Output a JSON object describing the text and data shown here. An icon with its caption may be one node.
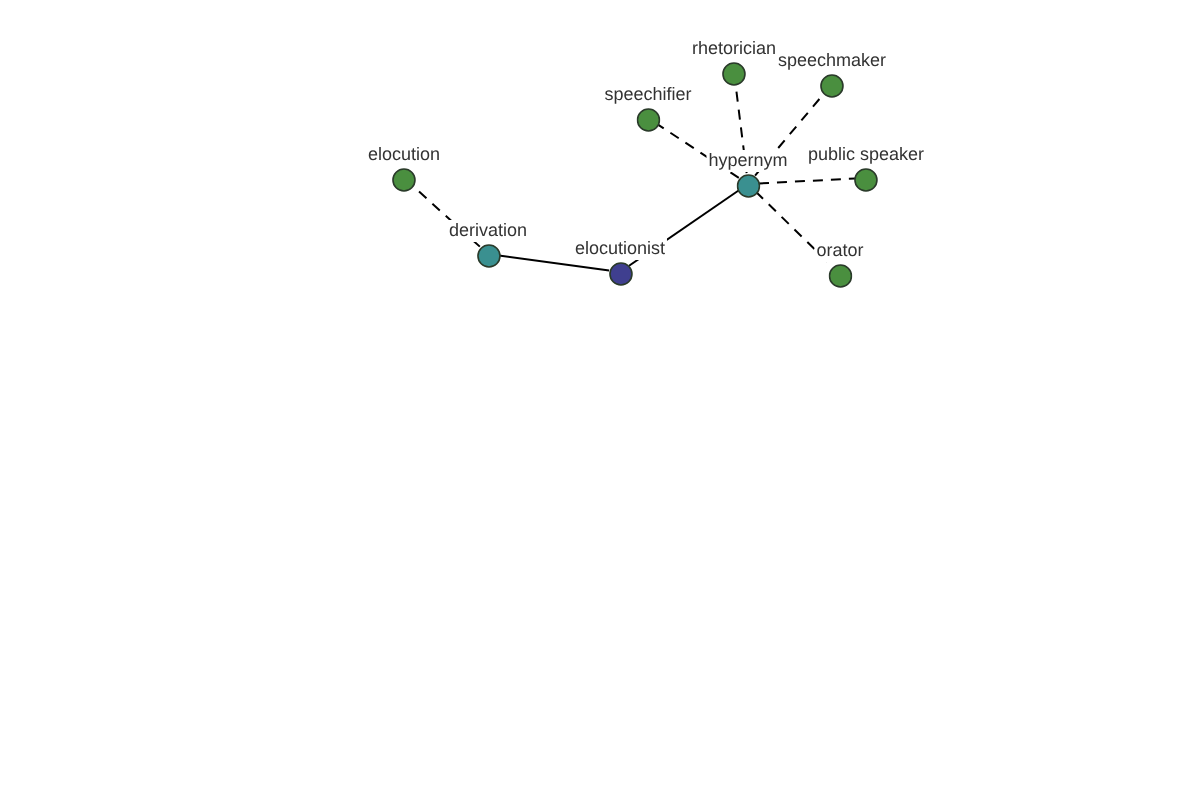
{
  "diagram": {
    "nodes": [
      {
        "text": [
          "elocutionist"
        ]
      },
      {
        "text": [
          "derivation"
        ]
      },
      {
        "text": [
          "elocution"
        ]
      },
      {
        "text": [
          "hypernym"
        ]
      },
      {
        "text": [
          "speechifier"
        ]
      },
      {
        "text": [
          "rhetorician"
        ]
      },
      {
        "text": [
          "speechmaker"
        ]
      },
      {
        "text": [
          "public speaker"
        ]
      },
      {
        "text": [
          "orator"
        ]
      }
    ],
    "edges": [
      {
        "from": 0,
        "to": 1,
        "arrow": "none"
      },
      {
        "from": 1,
        "to": 2,
        "arrow": "none",
        "style": "dashed"
      },
      {
        "from": 0,
        "to": 3,
        "arrow": "none"
      },
      {
        "from": 3,
        "to": 4,
        "arrow": "none",
        "style": "dashed"
      },
      {
        "from": 3,
        "to": 5,
        "arrow": "none",
        "style": "dashed"
      },
      {
        "from": 3,
        "to": 6,
        "arrow": "none",
        "style": "dashed"
      },
      {
        "from": 3,
        "to": 7,
        "arrow": "none",
        "style": "dashed"
      },
      {
        "from": 3,
        "to": 8,
        "arrow": "none",
        "style": "dashed"
      }
    ]
  }
}
